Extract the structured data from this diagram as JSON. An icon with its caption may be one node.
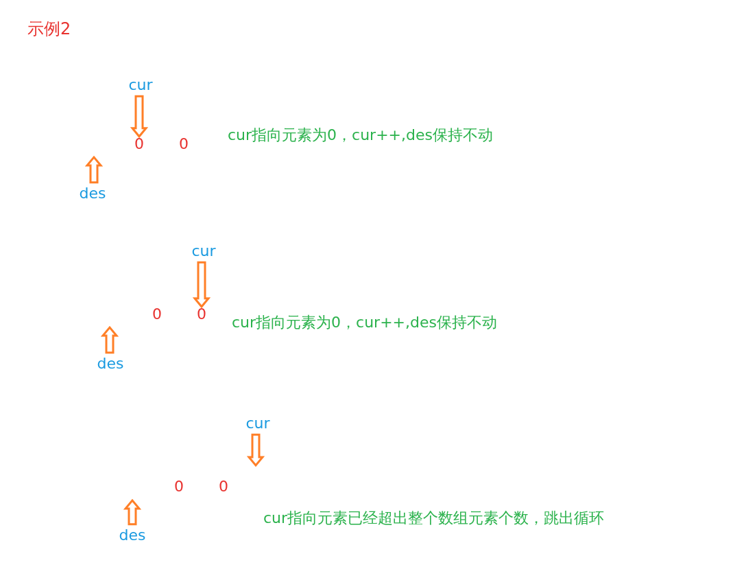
{
  "diagram": {
    "title": "示例2",
    "nodes": [
      {
        "text": [
          "cur"
        ]
      },
      {
        "text": [
          "0"
        ]
      },
      {
        "text": [
          "0"
        ]
      },
      {
        "text": [
          "des"
        ]
      },
      {
        "text": [
          "cur"
        ]
      },
      {
        "text": [
          "0"
        ]
      },
      {
        "text": [
          "0"
        ]
      },
      {
        "text": [
          "des"
        ]
      },
      {
        "text": [
          "cur"
        ]
      },
      {
        "text": [
          "0"
        ]
      },
      {
        "text": [
          "0"
        ]
      },
      {
        "text": [
          "des"
        ]
      }
    ],
    "edges": [
      {
        "from": 0,
        "to": 1,
        "arrow": "to"
      },
      {
        "from": 3,
        "to": null,
        "arrow": "to"
      },
      {
        "from": 4,
        "to": 6,
        "arrow": "to"
      },
      {
        "from": 7,
        "to": null,
        "arrow": "to"
      },
      {
        "from": 8,
        "to": null,
        "arrow": "to"
      },
      {
        "from": 11,
        "to": null,
        "arrow": "to"
      }
    ],
    "labels": [
      "cur指向元素为0，cur++,des保持不动",
      "cur指向元素为0，cur++,des保持不动",
      "cur指向元素已经超出整个数组元素个数，跳出循环"
    ]
  }
}
